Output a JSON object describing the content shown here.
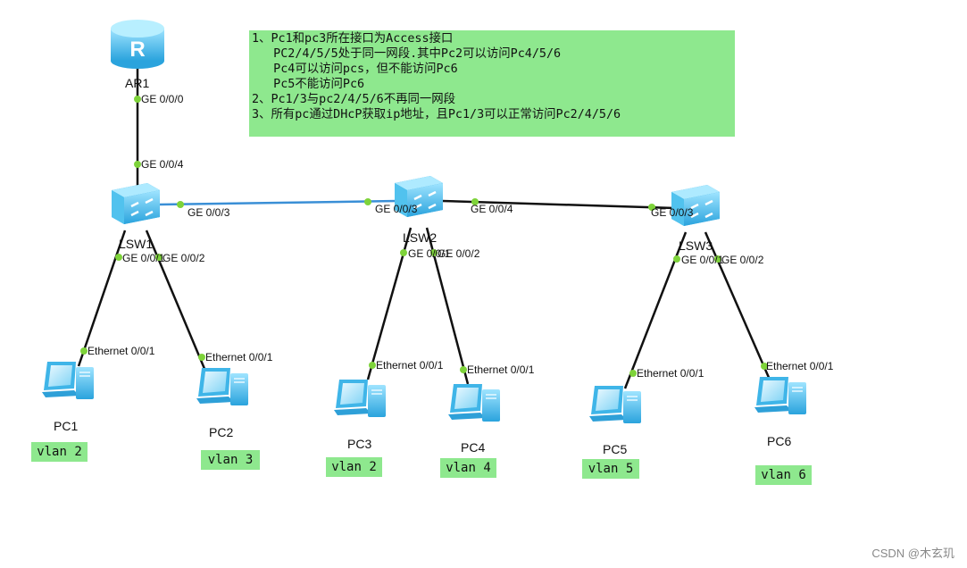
{
  "notes": [
    "1、Pc1和pc3所在接口为Access接口",
    "   PC2/4/5/5处于同一网段.其中Pc2可以访问Pc4/5/6",
    "   Pc4可以访问pcs，但不能访问Pc6",
    "   Pc5不能访问Pc6",
    "2、Pc1/3与pc2/4/5/6不再同一网段",
    "3、所有pc通过DHcP获取ip地址，且Pc1/3可以正常访问Pc2/4/5/6"
  ],
  "devices": {
    "router": {
      "name": "AR1"
    },
    "switches": [
      {
        "name": "LSW1"
      },
      {
        "name": "LSW2"
      },
      {
        "name": "LSW3"
      }
    ],
    "pcs": [
      {
        "name": "PC1",
        "vlan": "vlan 2"
      },
      {
        "name": "PC2",
        "vlan": "vlan 3"
      },
      {
        "name": "PC3",
        "vlan": "vlan 2"
      },
      {
        "name": "PC4",
        "vlan": "vlan 4"
      },
      {
        "name": "PC5",
        "vlan": "vlan 5"
      },
      {
        "name": "PC6",
        "vlan": "vlan 6"
      }
    ]
  },
  "ports": {
    "ar1_ge000": "GE 0/0/0",
    "lsw1_ge004": "GE 0/0/4",
    "lsw1_ge003": "GE 0/0/3",
    "lsw1_ge001": "GE 0/0/1",
    "lsw1_ge002": "GE 0/0/2",
    "lsw2_ge003": "GE 0/0/3",
    "lsw2_ge004": "GE 0/0/4",
    "lsw2_ge001": "GE 0/0/1",
    "lsw2_ge002": "GE 0/0/2",
    "lsw3_ge003": "GE 0/0/3",
    "lsw3_ge001": "GE 0/0/1",
    "lsw3_ge002": "GE 0/0/2",
    "pc_eth": "Ethernet 0/0/1"
  },
  "colors": {
    "note_bg": "#8ee88e",
    "trunk_link": "#3a8fd6",
    "port_dot": "#7ed33a",
    "device_blue": "#5ec8f0"
  },
  "icons": {
    "router": "router-icon",
    "switch": "switch-icon",
    "pc": "pc-icon"
  },
  "watermark": "CSDN @木玄玑"
}
